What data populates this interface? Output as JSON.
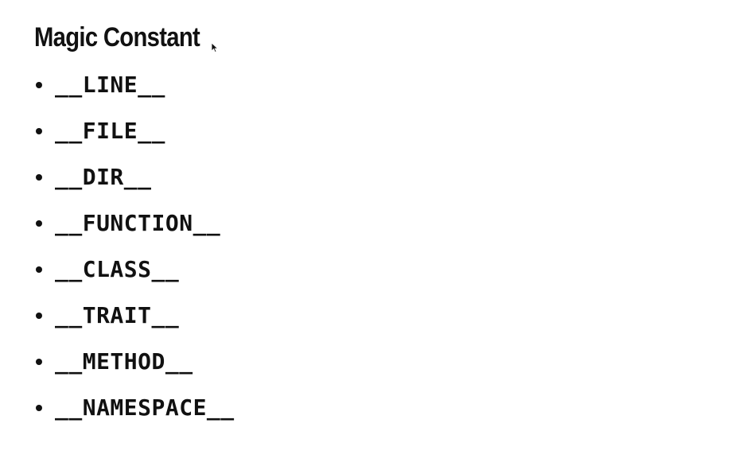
{
  "slide": {
    "title": "Magic Constant",
    "items": [
      "__LINE__",
      "__FILE__",
      "__DIR__",
      "__FUNCTION__",
      "__CLASS__",
      "__TRAIT__",
      "__METHOD__",
      "__NAMESPACE__"
    ]
  },
  "icons": {
    "cursor": "mouse-pointer-icon",
    "bullet": "bullet-dot-icon"
  },
  "colors": {
    "text": "#111111",
    "background": "#ffffff"
  }
}
